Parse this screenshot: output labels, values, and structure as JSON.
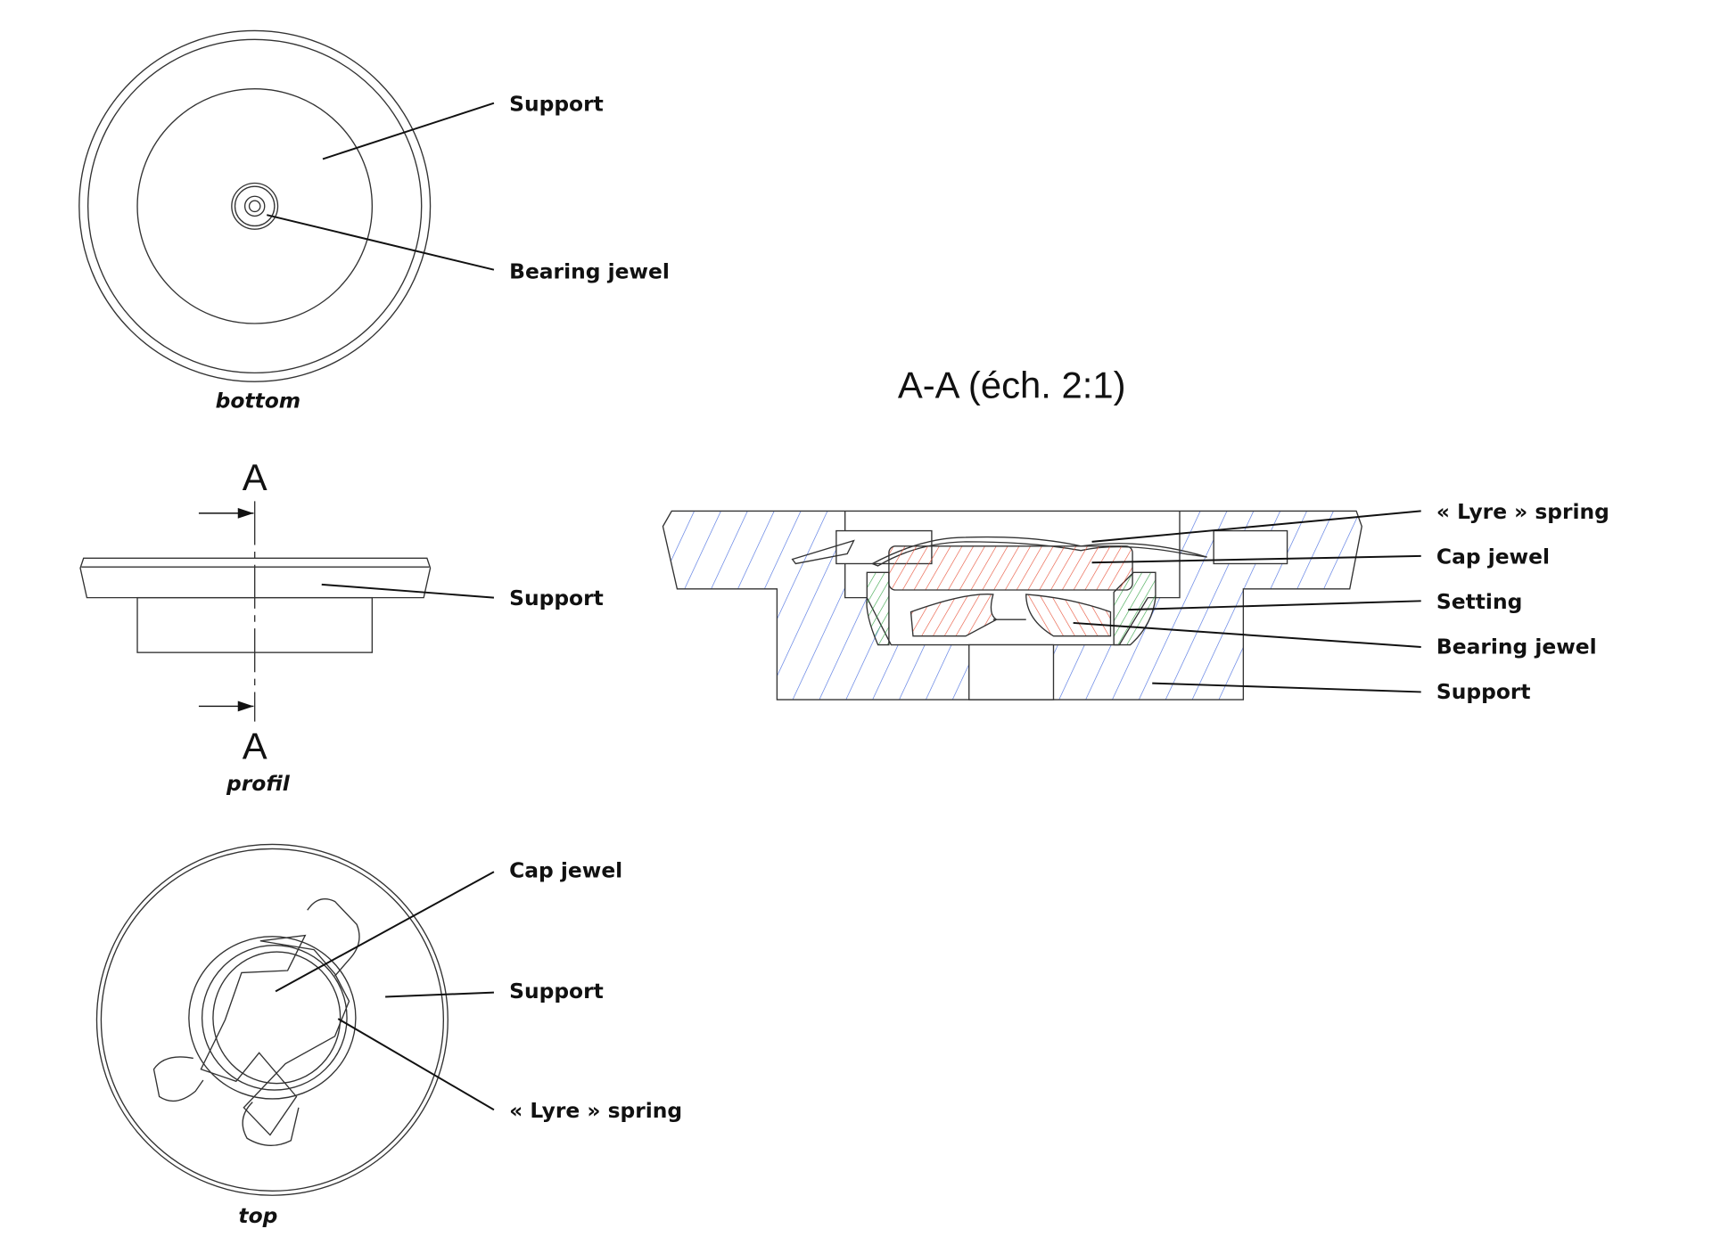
{
  "colors": {
    "support_hatch": "#4a6fe0",
    "jewel_hatch": "#e8543c",
    "setting_hatch": "#3aa64a",
    "line": "#333333"
  },
  "views": {
    "bottom": {
      "caption": "bottom",
      "labels": [
        "Support",
        "Bearing jewel"
      ]
    },
    "profile": {
      "caption": "profil",
      "section_mark_top": "A",
      "section_mark_bottom": "A",
      "labels": [
        "Support"
      ]
    },
    "top": {
      "caption": "top",
      "labels": [
        "Cap jewel",
        "Support",
        "« Lyre » spring"
      ]
    },
    "section": {
      "title": "A-A (éch. 2:1)",
      "labels": [
        "« Lyre » spring",
        "Cap jewel",
        "Setting",
        "Bearing jewel",
        "Support"
      ]
    }
  }
}
